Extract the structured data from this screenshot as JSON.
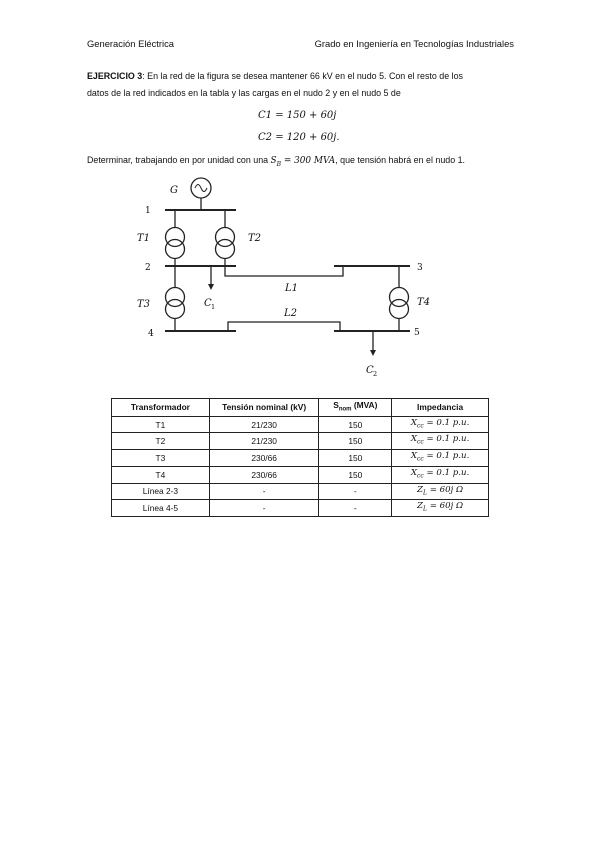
{
  "header": {
    "left": "Generación Eléctrica",
    "right": "Grado en Ingeniería en Tecnologías Industriales"
  },
  "exercise": {
    "label": "EJERCICIO 3",
    "intro_line1": ": En la red de la figura se desea mantener 66 kV en el nudo 5. Con el resto de los",
    "intro_line2": "datos de la red indicados en la tabla y las cargas en el nudo 2 y en el nudo 5 de",
    "eq1": "C1 = 150 + 60j",
    "eq2": "C2 = 120 + 60j.",
    "question_pre": "Determinar, trabajando en por unidad con una ",
    "question_var": "S",
    "question_sub": "B",
    "question_eq": " = 300 MVA",
    "question_post": ", que tensión habrá en el nudo 1."
  },
  "diagram": {
    "generator": "G",
    "nodes": [
      "1",
      "2",
      "3",
      "4",
      "5"
    ],
    "transformers": [
      "T1",
      "T2",
      "T3",
      "T4"
    ],
    "lines": [
      "L1",
      "L2"
    ],
    "load1": "C",
    "load1_sub": "1",
    "load2": "C",
    "load2_sub": "2"
  },
  "table": {
    "headers": [
      "Transformador",
      "Tensión nominal (kV)",
      "S",
      "nom",
      "(MVA)",
      "Impedancia"
    ],
    "rows": [
      [
        "T1",
        "21/230",
        "150",
        "X",
        "cc",
        "= 0.1 p.u."
      ],
      [
        "T2",
        "21/230",
        "150",
        "X",
        "cc",
        "= 0.1 p.u."
      ],
      [
        "T3",
        "230/66",
        "150",
        "X",
        "cc",
        "= 0.1 p.u."
      ],
      [
        "T4",
        "230/66",
        "150",
        "X",
        "cc",
        "= 0.1 p.u."
      ],
      [
        "Línea 2-3",
        "-",
        "-",
        "Z",
        "L",
        "= 60j Ω"
      ],
      [
        "Línea 4-5",
        "-",
        "-",
        "Z",
        "L",
        "= 60j Ω"
      ]
    ]
  }
}
